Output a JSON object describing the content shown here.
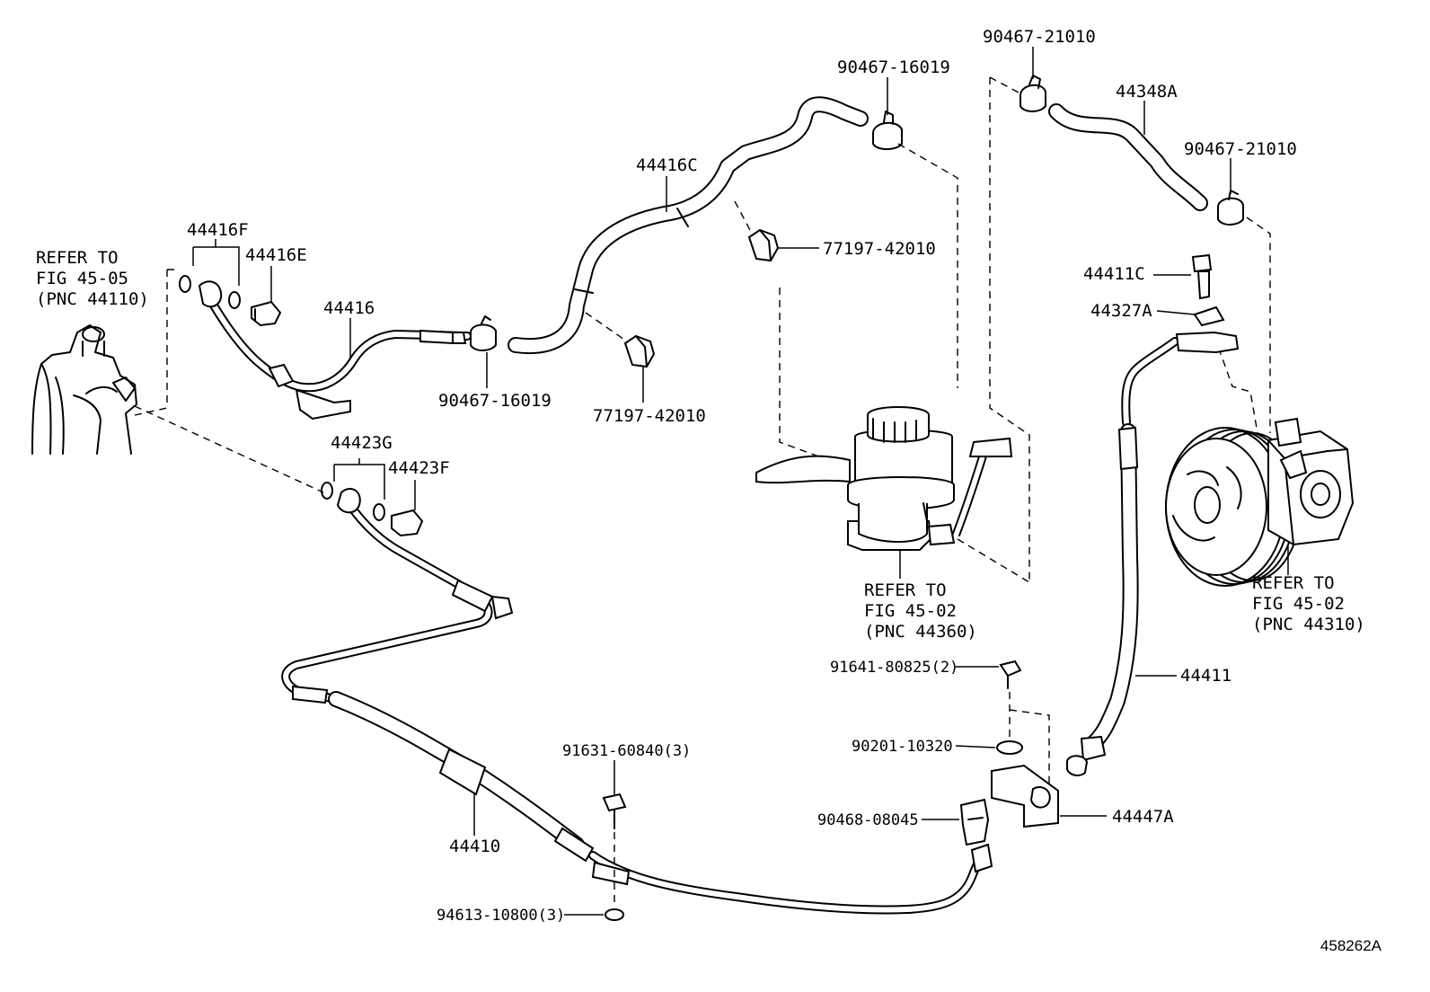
{
  "diagram": {
    "image_id": "458262A",
    "callouts": {
      "c_90467_21010_top": "90467-21010",
      "c_44348A": "44348A",
      "c_90467_21010_mid": "90467-21010",
      "c_90467_16019_top": "90467-16019",
      "c_44416C": "44416C",
      "c_77197_42010_top": "77197-42010",
      "c_44416F": "44416F",
      "c_44416E": "44416E",
      "c_44416": "44416",
      "c_90467_16019_low": "90467-16019",
      "c_77197_42010_low": "77197-42010",
      "c_44411C": "44411C",
      "c_44327A": "44327A",
      "c_44423G": "44423G",
      "c_44423F": "44423F",
      "c_44411": "44411",
      "c_91641": "91641-80825(2)",
      "c_90201": "90201-10320",
      "c_90468": "90468-08045",
      "c_44447A": "44447A",
      "c_91631": "91631-60840(3)",
      "c_44410": "44410",
      "c_94613": "94613-10800(3)"
    },
    "refer_notes": {
      "left": [
        "REFER TO",
        "FIG 45-05",
        "(PNC 44110)"
      ],
      "reservoir": [
        "REFER TO",
        "FIG 45-02",
        "(PNC 44360)"
      ],
      "pump": [
        "REFER TO",
        "FIG 45-02",
        "(PNC 44310)"
      ]
    }
  }
}
